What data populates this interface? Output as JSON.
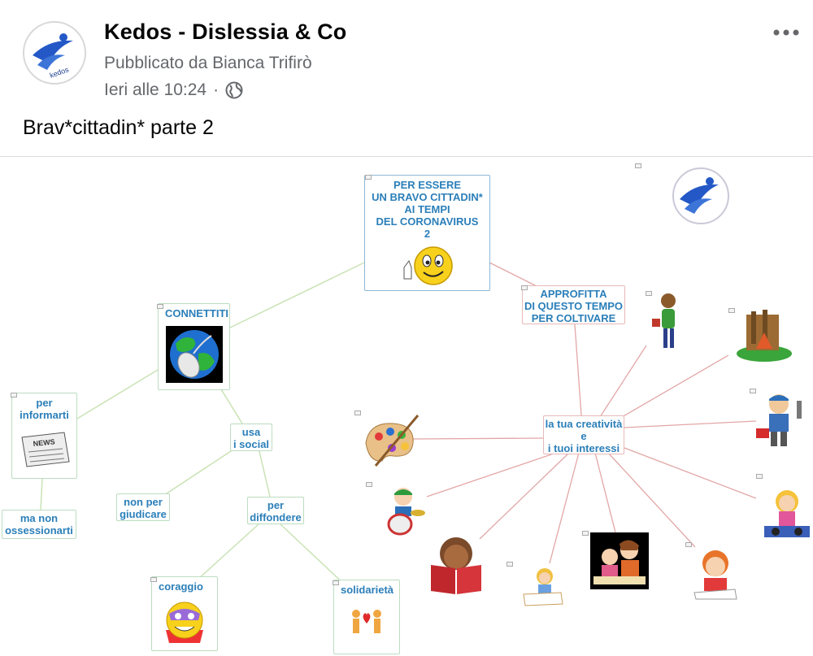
{
  "post": {
    "page_name": "Kedos - Dislessia & Co",
    "published_by": "Pubblicato da Bianca Trifirò",
    "timestamp": "Ieri alle 10:24",
    "separator": "·",
    "privacy_icon": "globe-icon",
    "more_icon": "more-horizontal-icon",
    "text": "Brav*cittadin* parte 2",
    "logo_text": "kedos"
  },
  "map": {
    "center": "PER ESSERE\nUN BRAVO CITTADIN*\nAI TEMPI\nDEL CORONAVIRUS\n2",
    "connettiti": "CONNETTITI",
    "informarti": "per\ninformarti",
    "ossessionarti": "ma non\nossessionarti",
    "social": "usa\ni social",
    "giudicare": "non per\ngiudicare",
    "diffondere": "per\ndiffondere",
    "coraggio": "coraggio",
    "solidarieta": "solidarietà",
    "approfitta": "APPROFITTA\nDI QUESTO TEMPO\nPER COLTIVARE",
    "creativita": "la tua creatività\ne\ni tuoi interessi",
    "news_text": "NEWS",
    "colors": {
      "blue_text": "#2b7fb9",
      "green_line": "#c9e3b5",
      "red_line": "#e3a6a6"
    }
  }
}
